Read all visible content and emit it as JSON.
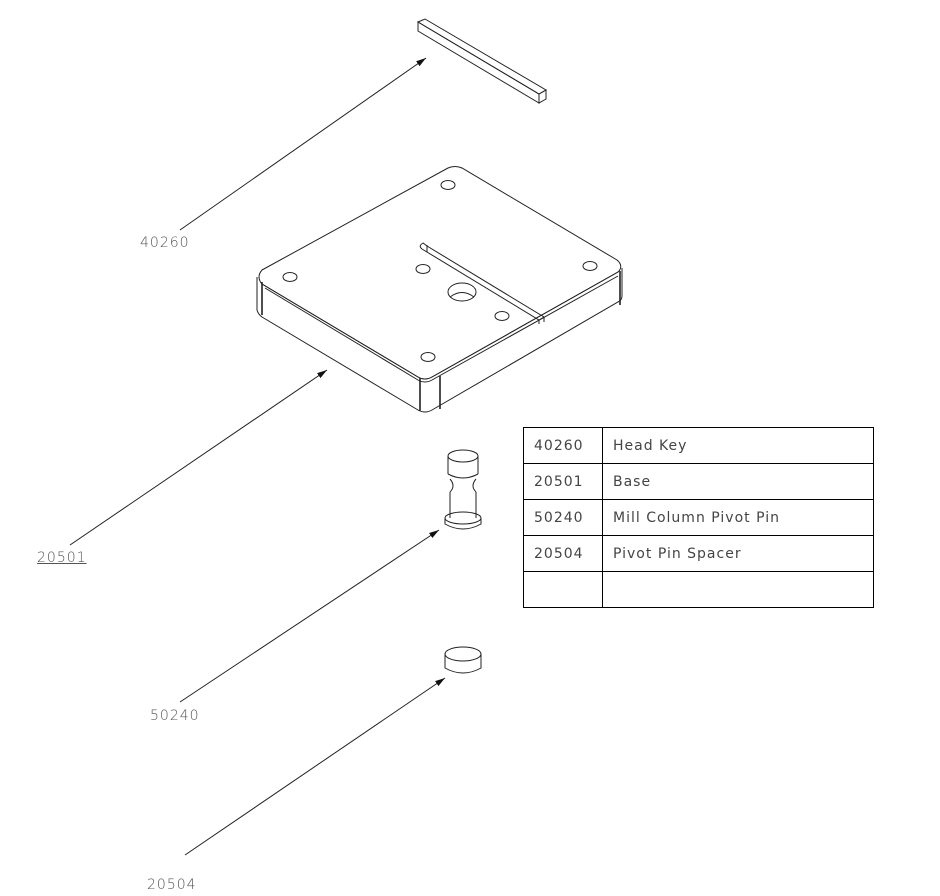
{
  "callouts": [
    {
      "part": "40260"
    },
    {
      "part": "20501"
    },
    {
      "part": "50240"
    },
    {
      "part": "20504"
    }
  ],
  "parts_table": {
    "rows": [
      {
        "number": "40260",
        "description": "Head Key"
      },
      {
        "number": "20501",
        "description": "Base"
      },
      {
        "number": "50240",
        "description": "Mill Column Pivot Pin"
      },
      {
        "number": "20504",
        "description": "Pivot Pin Spacer"
      },
      {
        "number": "",
        "description": ""
      }
    ]
  }
}
